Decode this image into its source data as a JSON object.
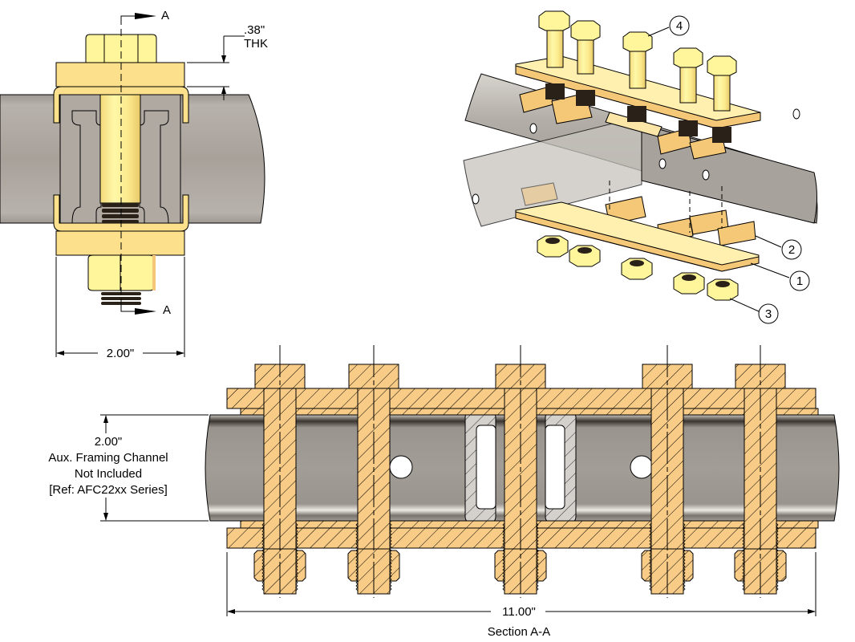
{
  "colors": {
    "brass_light": "#fff59a",
    "brass_mid": "#fde08c",
    "brass_dark": "#f5c878",
    "section_fill": "#f8cc86",
    "channel_gray": "#a8a19a",
    "channel_light": "#d8d4cf",
    "channel_dark": "#6e6862",
    "line": "#000000",
    "background": "#ffffff"
  },
  "side_view": {
    "section_marker_top": "A",
    "section_marker_bottom": "A",
    "thickness_dim_value": ".38\"",
    "thickness_dim_suffix": "THK",
    "width_dim": "2.00\""
  },
  "iso_view": {
    "balloons": [
      {
        "num": "1",
        "part": "plate"
      },
      {
        "num": "2",
        "part": "channel-nut-clip"
      },
      {
        "num": "3",
        "part": "hex-nut"
      },
      {
        "num": "4",
        "part": "hex-bolt"
      }
    ]
  },
  "section_view": {
    "height_dim": "2.00\"",
    "note_lines": [
      "Aux. Framing Channel",
      "Not Included",
      "[Ref: AFC22xx Series]"
    ],
    "length_dim": "11.00\"",
    "title": "Section A-A"
  }
}
